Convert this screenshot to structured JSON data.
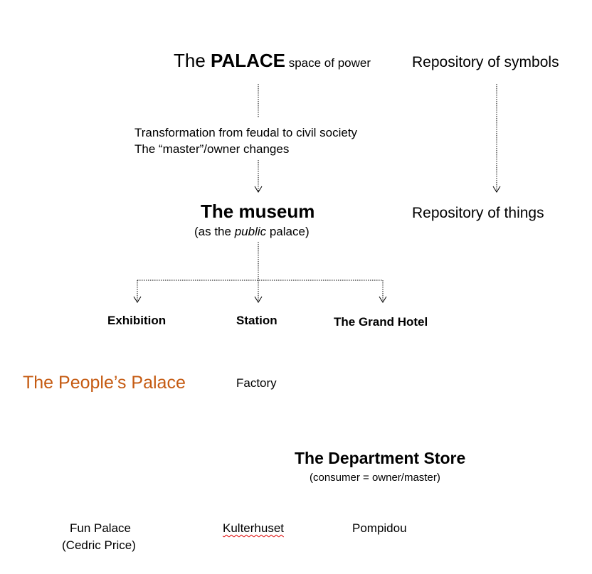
{
  "palace": {
    "pre": "The ",
    "main": "PALACE",
    "post": " space of power"
  },
  "repo_symbols": "Repository of symbols",
  "transformation": [
    "Transformation from feudal to civil society",
    "The “master”/owner changes"
  ],
  "museum": {
    "title": "The museum",
    "sub_pre": "(as the ",
    "sub_em": "public",
    "sub_post": " palace)"
  },
  "repo_things": "Repository of things",
  "branches": [
    "Exhibition",
    "Station",
    "The Grand Hotel"
  ],
  "peoples_palace": "The People’s Palace",
  "factory": "Factory",
  "department_store": {
    "title": "The Department Store",
    "sub": "(consumer = owner/master)"
  },
  "bottom": {
    "fun_palace": "Fun Palace",
    "fun_palace_sub": "(Cedric Price)",
    "kulterhuset": "Kulterhuset",
    "pompidou": "Pompidou"
  },
  "colors": {
    "accent": "#C55A11"
  }
}
